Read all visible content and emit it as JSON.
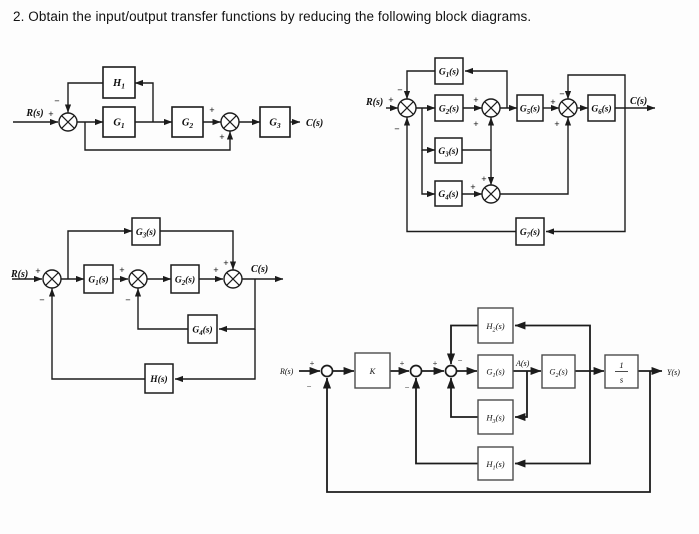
{
  "title": "2. Obtain the input/output transfer functions by reducing the following block diagrams.",
  "d1": {
    "input": "R(s)",
    "output": "C(s)",
    "blocks": {
      "h1": {
        "b": "H",
        "s": "1",
        "a": ""
      },
      "g1": {
        "b": "G",
        "s": "1",
        "a": ""
      },
      "g2": {
        "b": "G",
        "s": "2",
        "a": ""
      },
      "g3": {
        "b": "G",
        "s": "3",
        "a": ""
      }
    },
    "signs": {
      "j1_in": "+",
      "j1_fb": "−",
      "j2_in": "+",
      "j2_ff": "+"
    }
  },
  "d2": {
    "input": "R(s)",
    "output": "C(s)",
    "blocks": {
      "g1": {
        "b": "G",
        "s": "1",
        "a": "(s)"
      },
      "g2": {
        "b": "G",
        "s": "2",
        "a": "(s)"
      },
      "g3": {
        "b": "G",
        "s": "3",
        "a": "(s)"
      },
      "g4": {
        "b": "G",
        "s": "4",
        "a": "(s)"
      },
      "g5": {
        "b": "G",
        "s": "5",
        "a": "(s)"
      },
      "g6": {
        "b": "G",
        "s": "6",
        "a": "(s)"
      },
      "g7": {
        "b": "G",
        "s": "7",
        "a": "(s)"
      }
    },
    "signs": {
      "j1_in": "+",
      "j1_top": "−",
      "j1_bot": "−",
      "j2_in": "+",
      "j2_bot": "+",
      "j3_in": "+",
      "j3_top": "−",
      "j3_bot": "+",
      "j4_in": "+",
      "j4_top": "+"
    }
  },
  "d3": {
    "input": "R(s)",
    "output": "C(s)",
    "blocks": {
      "g1": {
        "b": "G",
        "s": "1",
        "a": "(s)"
      },
      "g2": {
        "b": "G",
        "s": "2",
        "a": "(s)"
      },
      "g3": {
        "b": "G",
        "s": "3",
        "a": "(s)"
      },
      "g4": {
        "b": "G",
        "s": "4",
        "a": "(s)"
      },
      "h": {
        "b": "H",
        "s": "",
        "a": "(s)"
      }
    },
    "signs": {
      "j1_in": "+",
      "j1_fb": "−",
      "j2_in": "+",
      "j2_fb": "−",
      "j3_in": "+",
      "j3_top": "+"
    }
  },
  "d4": {
    "input": "R(s)",
    "output": "Y(s)",
    "node": "A(s)",
    "blocks": {
      "k": {
        "b": "K",
        "s": "",
        "a": ""
      },
      "g1": {
        "b": "G",
        "s": "1",
        "a": "(s)"
      },
      "g2": {
        "b": "G",
        "s": "2",
        "a": "(s)"
      },
      "h1": {
        "b": "H",
        "s": "1",
        "a": "(s)"
      },
      "h2": {
        "b": "H",
        "s": "2",
        "a": "(s)"
      },
      "h3": {
        "b": "H",
        "s": "3",
        "a": "(s)"
      },
      "integrator_num": "1",
      "integrator_den": "s"
    },
    "signs": {
      "ja_in": "+",
      "ja_fb": "−",
      "jb_in": "+",
      "jb_fb": "−",
      "jc_in": "+",
      "jc_top": "−"
    }
  }
}
